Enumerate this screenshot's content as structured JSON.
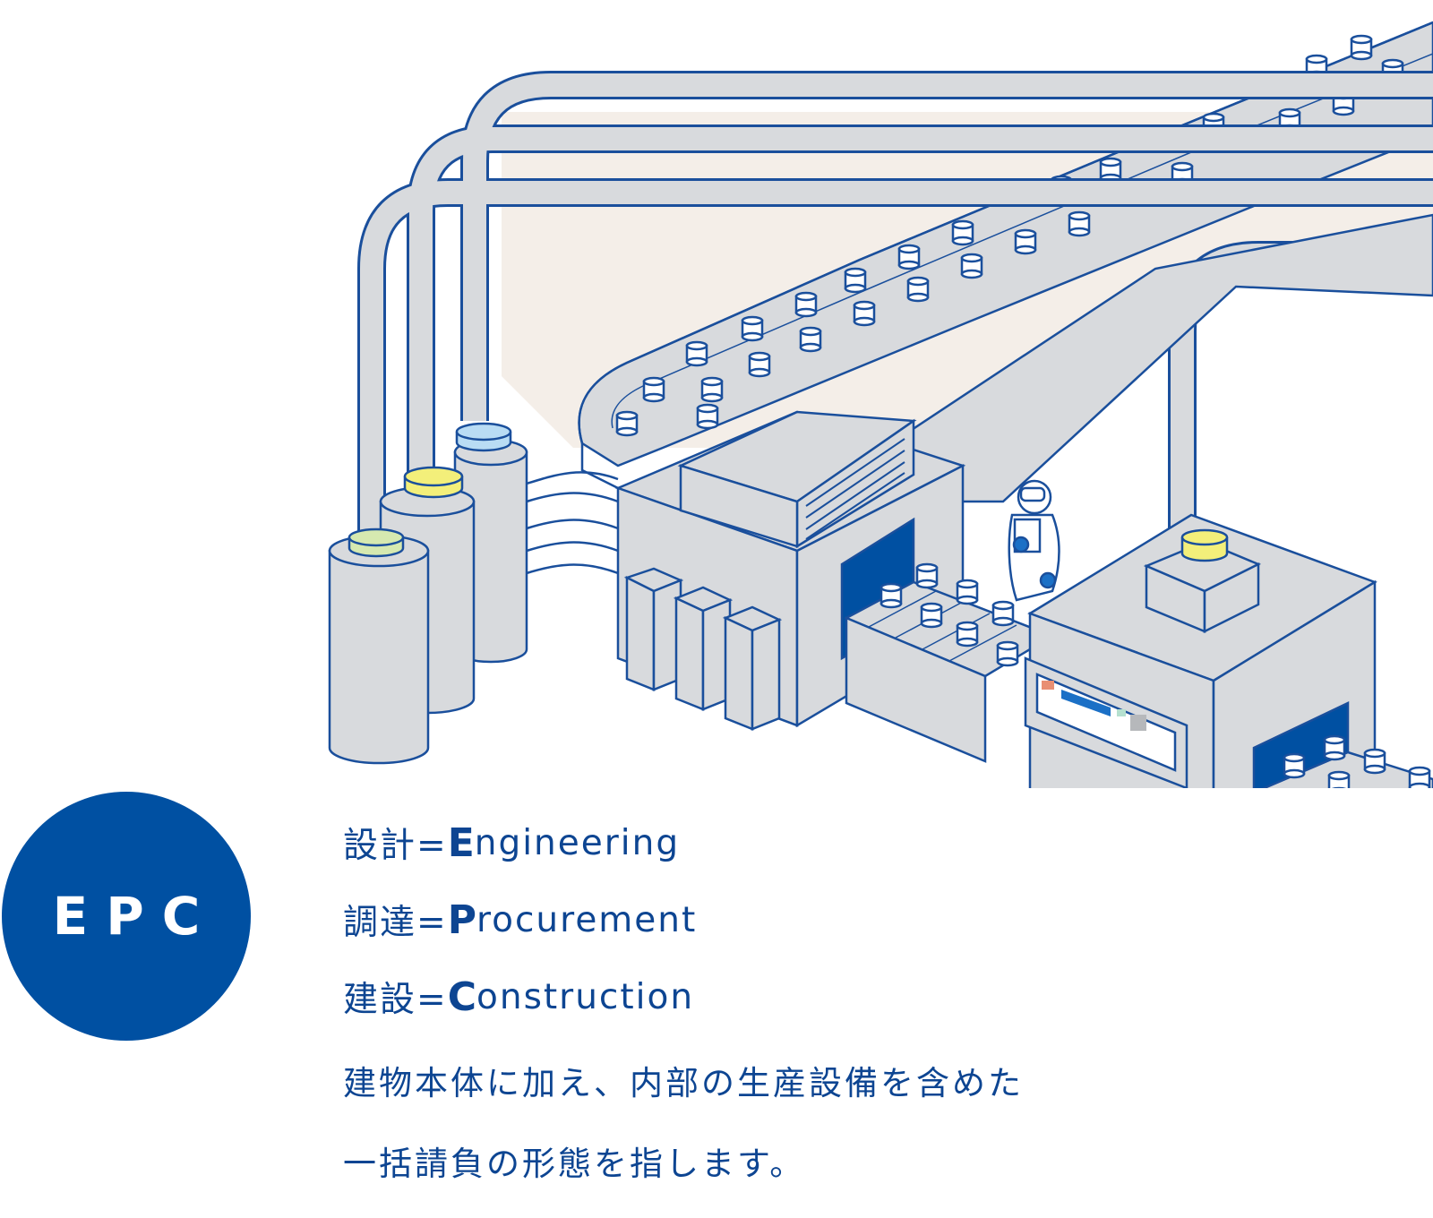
{
  "badge": {
    "label": "EPC"
  },
  "terms": [
    {
      "jp": "設計=",
      "initial": "E",
      "rest": "ngineering"
    },
    {
      "jp": "調達=",
      "initial": "P",
      "rest": "rocurement"
    },
    {
      "jp": "建設=",
      "initial": "C",
      "rest": "onstruction"
    }
  ],
  "description": [
    "建物本体に加え、内部の生産設備を含めた",
    "一括請負の形態を指します。"
  ],
  "colors": {
    "primary": "#0050a2",
    "outline": "#1a4f9c",
    "machine_fill": "#d8dadd",
    "back_wall": "#f4eee8",
    "cap_green": "#d6e9b0",
    "cap_yellow": "#f3ef7a",
    "cap_blue": "#b9dcf4"
  }
}
